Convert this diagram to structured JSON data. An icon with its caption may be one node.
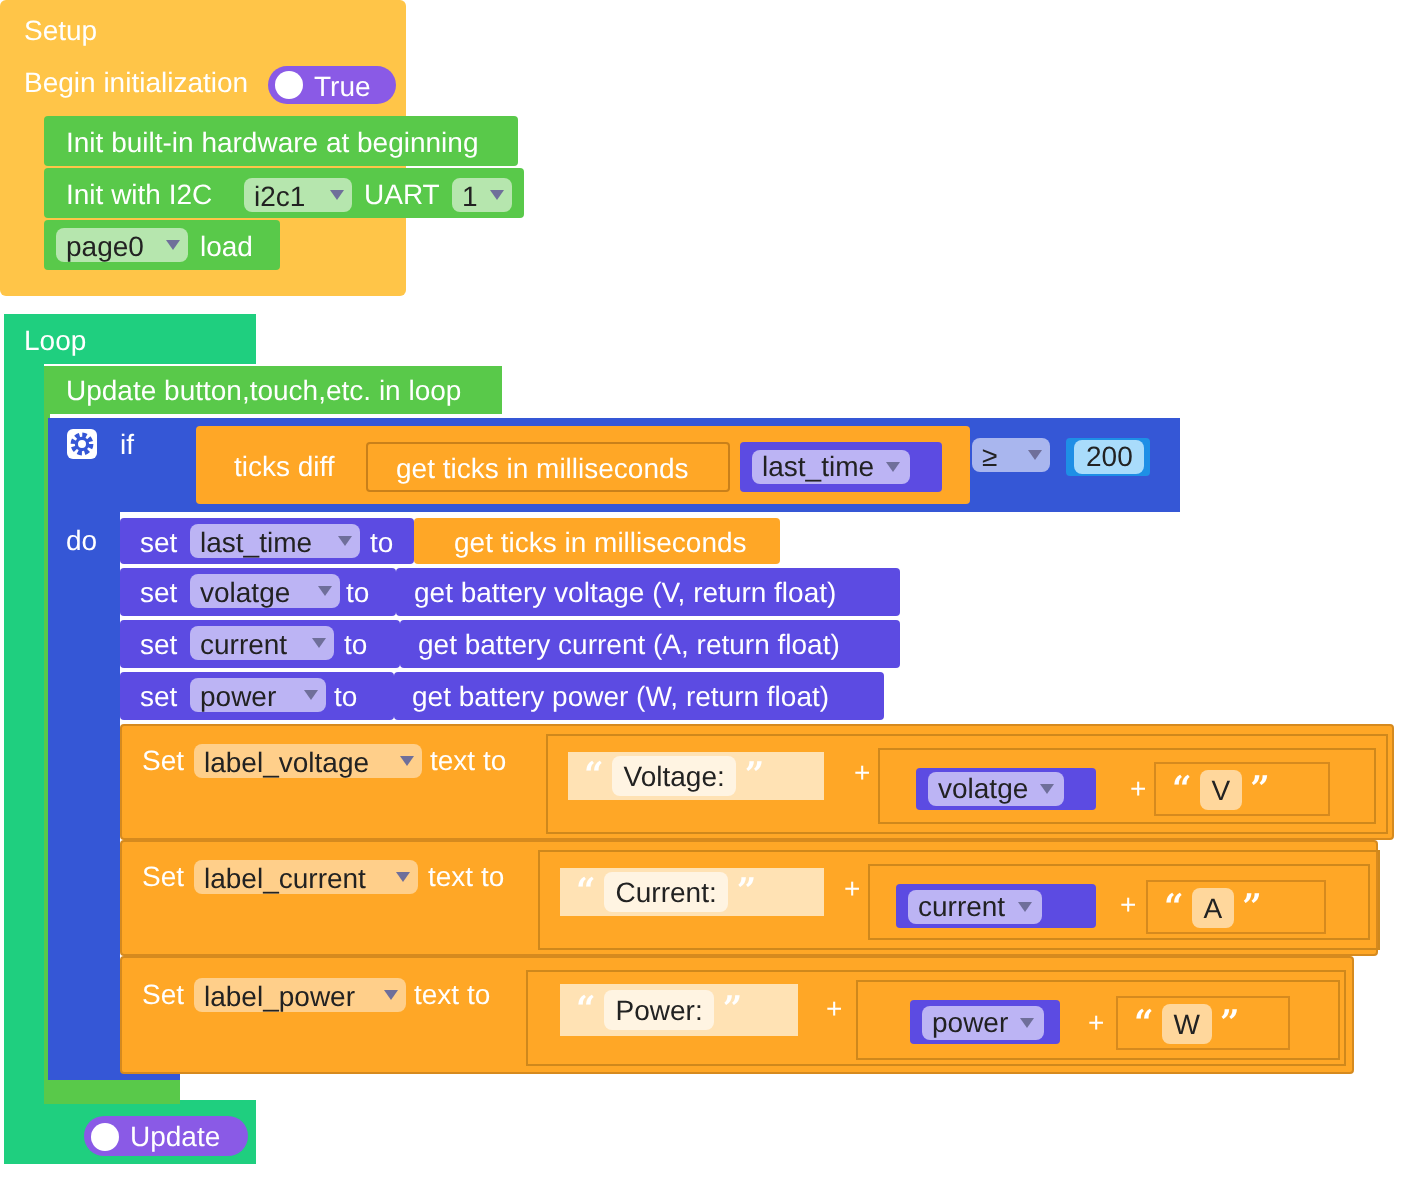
{
  "diagram": {
    "nodes": [
      {
        "text": [
          "Setup",
          "Begin initialization"
        ]
      },
      {
        "text": [
          "True"
        ],
        "in": 0
      },
      {
        "text": [
          "Init built-in hardware at beginning"
        ]
      },
      {
        "text": [
          "Init with I2C",
          "UART"
        ]
      },
      {
        "text": [
          "i2c1"
        ]
      },
      {
        "text": [
          "1"
        ],
        "in": 3
      },
      {
        "text": [
          "load"
        ],
        "in": 0
      },
      {
        "text": [
          "page0"
        ],
        "in": 6
      },
      {
        "text": [
          "Loop"
        ]
      },
      {
        "text": [
          "Update button,touch,etc. in loop"
        ]
      },
      {
        "text": [
          "if",
          "do"
        ]
      },
      {
        "text": [
          "ticks diff"
        ],
        "in": 10
      },
      {
        "text": [
          "get ticks in milliseconds"
        ],
        "in": 11
      },
      {
        "text": [
          "last_time"
        ],
        "in": 11
      },
      {
        "text": [
          "≥"
        ],
        "in": 10
      },
      {
        "text": [
          "200"
        ],
        "in": 10
      },
      {
        "text": [
          "set",
          "to"
        ],
        "in": 10
      },
      {
        "text": [
          "last_time"
        ],
        "in": 16
      },
      {
        "text": [
          "get ticks in milliseconds"
        ]
      },
      {
        "text": [
          "set",
          "to"
        ],
        "in": 10
      },
      {
        "text": [
          "volatge"
        ],
        "in": 19
      },
      {
        "text": [
          "get battery voltage (V, return float)"
        ]
      },
      {
        "text": [
          "set",
          "to"
        ],
        "in": 10
      },
      {
        "text": [
          "current"
        ],
        "in": 22
      },
      {
        "text": [
          "get battery current (A, return float)"
        ]
      },
      {
        "text": [
          "set",
          "to"
        ],
        "in": 10
      },
      {
        "text": [
          "power"
        ],
        "in": 25
      },
      {
        "text": [
          "get battery power (W, return float)"
        ]
      },
      {
        "text": [
          "Set",
          "text to"
        ]
      },
      {
        "text": [
          "label_voltage"
        ],
        "in": 28
      },
      {
        "text": [
          "+"
        ],
        "in": 28
      },
      {
        "text": [
          "“",
          "Voltage:",
          "”"
        ],
        "in": 30
      },
      {
        "text": [
          "+"
        ],
        "in": 30
      },
      {
        "text": [
          "volatge"
        ],
        "in": 32
      },
      {
        "text": [
          "“",
          "V",
          "”"
        ],
        "in": 32
      },
      {
        "text": [
          "Set",
          "text to"
        ]
      },
      {
        "text": [
          "label_current"
        ],
        "in": 35
      },
      {
        "text": [
          "+"
        ],
        "in": 35
      },
      {
        "text": [
          "“",
          "Current:",
          "”"
        ],
        "in": 37
      },
      {
        "text": [
          "+"
        ],
        "in": 37
      },
      {
        "text": [
          "current"
        ],
        "in": 39
      },
      {
        "text": [
          "“",
          "A",
          "”"
        ],
        "in": 39
      },
      {
        "text": [
          "Set",
          "text to"
        ]
      },
      {
        "text": [
          "label_power"
        ],
        "in": 42
      },
      {
        "text": [
          "+"
        ],
        "in": 42
      },
      {
        "text": [
          "“",
          "Power:",
          "”"
        ],
        "in": 44
      },
      {
        "text": [
          "+"
        ],
        "in": 44
      },
      {
        "text": [
          "power"
        ],
        "in": 46
      },
      {
        "text": [
          "“",
          "W",
          "”"
        ],
        "in": 46
      },
      {
        "text": [
          "Update"
        ],
        "in": 8
      }
    ],
    "edges": []
  }
}
